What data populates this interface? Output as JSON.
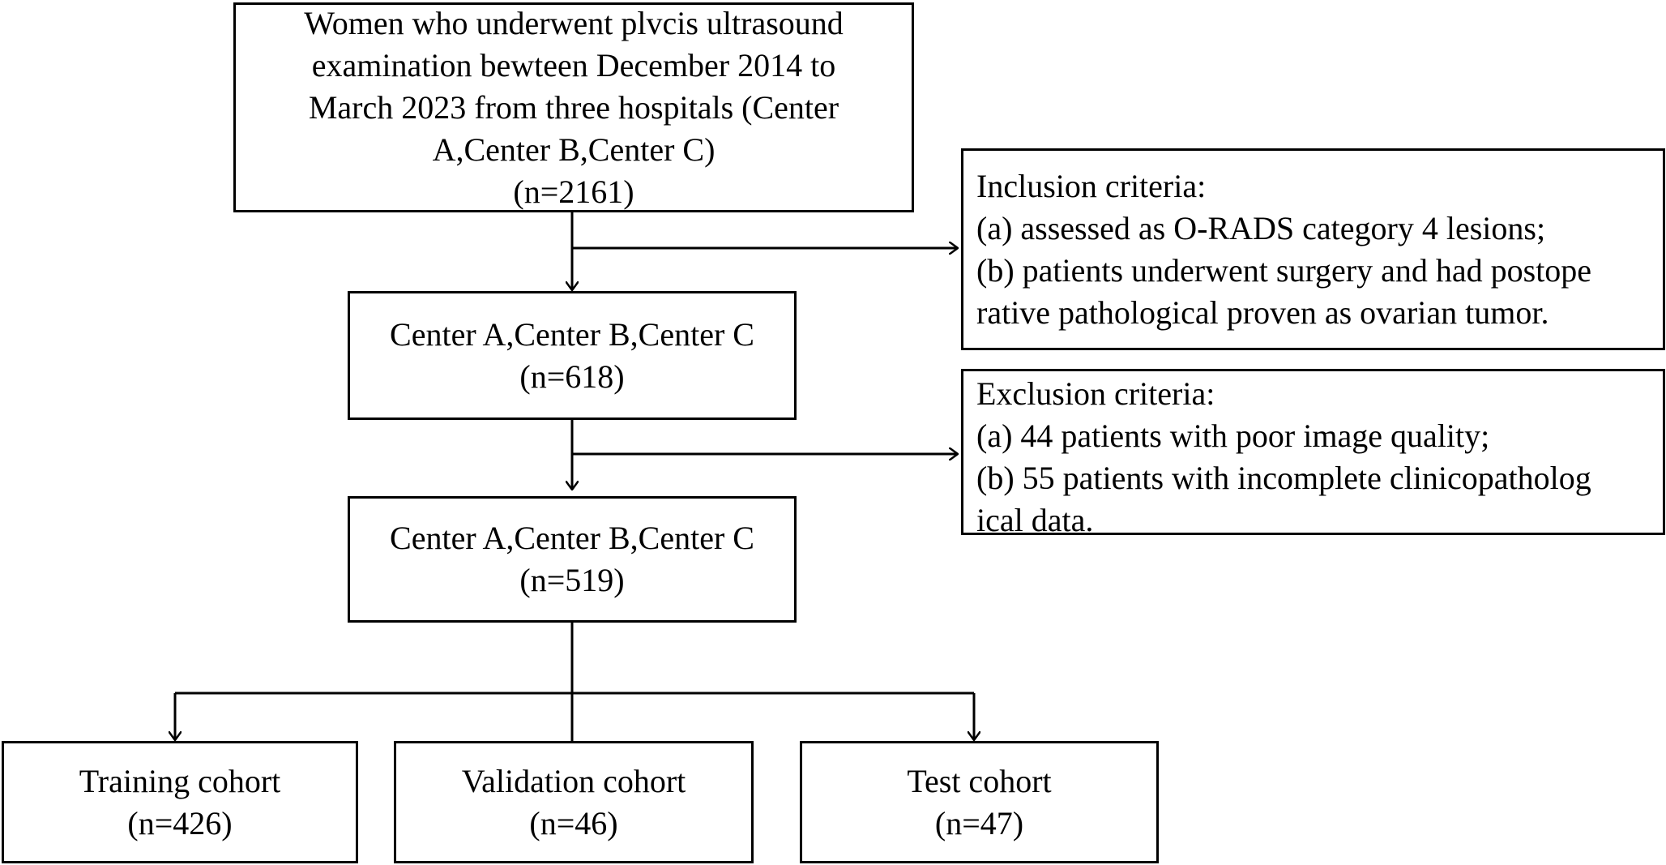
{
  "boxes": {
    "start": {
      "lines": [
        "Women who underwent  plvcis ultrasound",
        "examination bewteen December 2014 to",
        "March 2023 from three hospitals (Center",
        "A,Center B,Center C)",
        "(n=2161)"
      ]
    },
    "after_inclusion": {
      "lines": [
        "Center A,Center B,Center C",
        "(n=618)"
      ]
    },
    "after_exclusion": {
      "lines": [
        "Center A,Center B,Center C",
        "(n=519)"
      ]
    },
    "training": {
      "lines": [
        "Training cohort",
        "(n=426)"
      ]
    },
    "validation": {
      "lines": [
        "Validation cohort",
        "(n=46)"
      ]
    },
    "test": {
      "lines": [
        "Test cohort",
        "(n=47)"
      ]
    }
  },
  "inclusion": {
    "lines": [
      "Inclusion criteria:",
      "(a) assessed as O-RADS category 4  lesions;",
      "(b) patients underwent surgery and had postope",
      "rative pathological proven as ovarian tumor."
    ]
  },
  "exclusion": {
    "lines": [
      "Exclusion criteria:",
      "(a) 44 patients with poor image quality;",
      "(b) 55 patients with incomplete  clinicopatholog",
      "ical data."
    ]
  }
}
